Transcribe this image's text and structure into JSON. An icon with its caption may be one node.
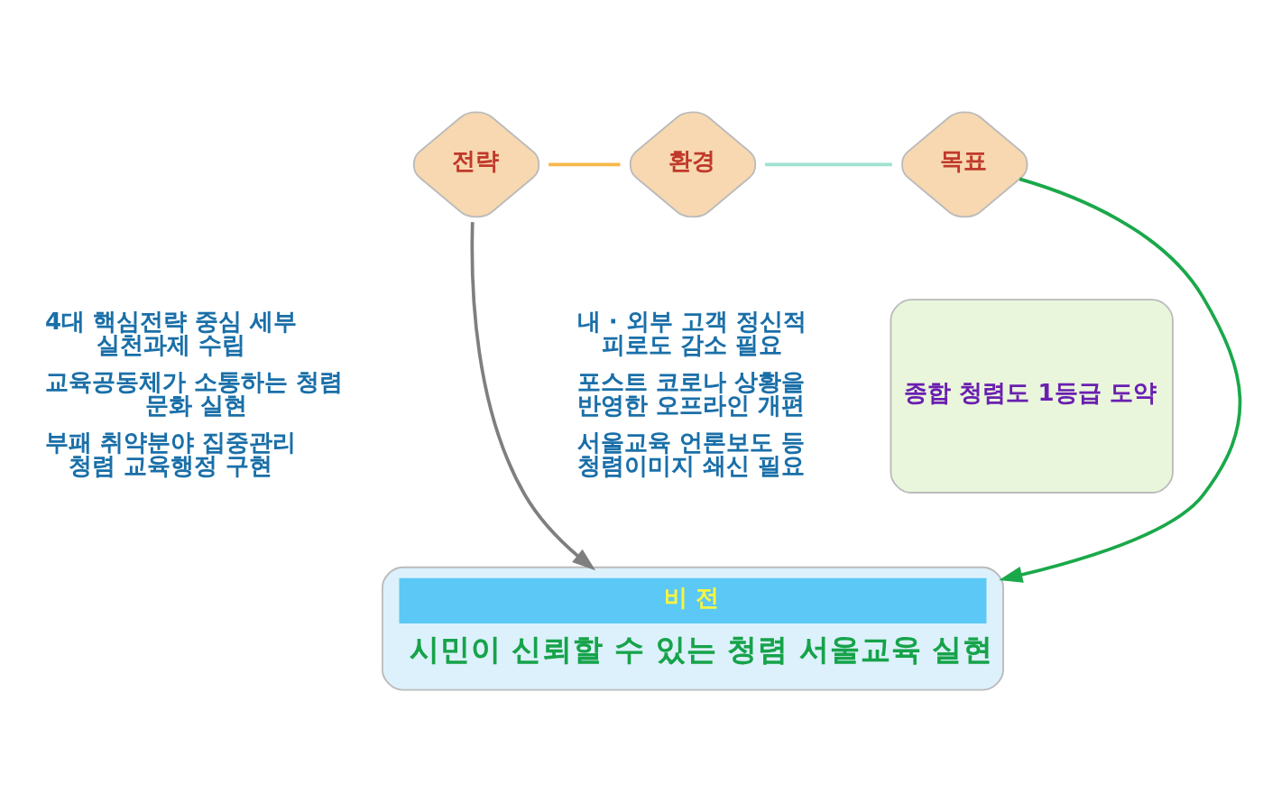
{
  "diagram": {
    "nodes": [
      {
        "text": [
          "전략"
        ],
        "beside": [
          "4대 핵심전략 중심 세부 실천과제 수립",
          "교육공동체가 소통하는 청렴 문화 실현",
          "부패 취약분야 집중관리 청렴 교육행정 구현"
        ]
      },
      {
        "text": [
          "환경"
        ],
        "beside": [
          "내 · 외부 고객 정신적 피로도 감소 필요",
          "포스트 코로나 상황을 반영한 오프라인 개편",
          "서울교육 언론보도 등 청렴이미지 쇄신 필요"
        ]
      },
      {
        "text": [
          "목표"
        ]
      },
      {
        "text": [
          "종합 청렴도 1등급 도약"
        ]
      },
      {
        "text": [
          "비 전",
          "시민이 신뢰할 수 있는 청렴 서울교육 실현"
        ]
      }
    ],
    "edges": [
      {
        "from": 0,
        "to": 1,
        "arrow": "none",
        "color": "#f7b84a"
      },
      {
        "from": 1,
        "to": 2,
        "arrow": "none",
        "color": "#9fe3cf"
      },
      {
        "from": 0,
        "to": 4,
        "arrow": "to",
        "color": "#7f7f7f"
      },
      {
        "from": 2,
        "to": 4,
        "arrow": "to",
        "color": "#1aa84a"
      }
    ]
  }
}
